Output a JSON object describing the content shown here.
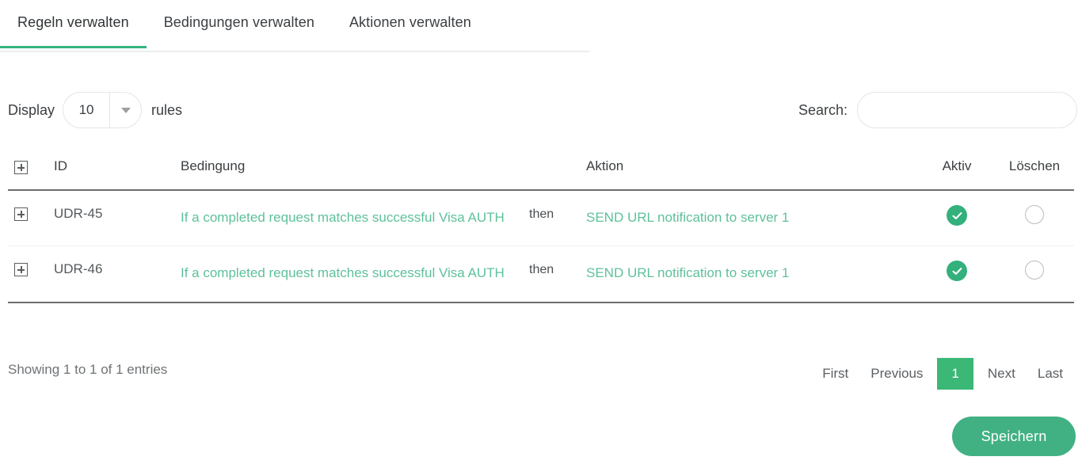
{
  "tabs": [
    {
      "label": "Regeln verwalten",
      "active": true
    },
    {
      "label": "Bedingungen verwalten",
      "active": false
    },
    {
      "label": "Aktionen verwalten",
      "active": false
    }
  ],
  "controls": {
    "display_label": "Display",
    "page_size_value": "10",
    "rules_label": "rules",
    "search_label": "Search:",
    "search_value": "",
    "search_placeholder": ""
  },
  "table": {
    "headers": {
      "expand": "",
      "id": "ID",
      "condition": "Bedingung",
      "then": "",
      "action": "Aktion",
      "aktiv": "Aktiv",
      "loeschen": "Löschen"
    },
    "rows": [
      {
        "id": "UDR-45",
        "condition": "If a completed request matches successful Visa AUTH",
        "then": "then",
        "action": "SEND URL notification to server 1",
        "aktiv": true,
        "loeschen": false
      },
      {
        "id": "UDR-46",
        "condition": "If a completed request matches successful Visa AUTH",
        "then": "then",
        "action": "SEND URL notification to server 1",
        "aktiv": true,
        "loeschen": false
      }
    ]
  },
  "footer": {
    "showing": "Showing 1 to 1 of 1 entries",
    "pagination": {
      "first": "First",
      "previous": "Previous",
      "current_page": "1",
      "next": "Next",
      "last": "Last"
    },
    "save_label": "Speichern"
  },
  "colors": {
    "accent_green": "#36b37e",
    "link_green": "#5ec19a",
    "page_active_green": "#3bb776",
    "save_green": "#41b183",
    "text_dark": "#3b3f42",
    "text_muted": "#6f7376",
    "border_light": "#e4e6e7",
    "border_strong": "#6d6d6d"
  }
}
